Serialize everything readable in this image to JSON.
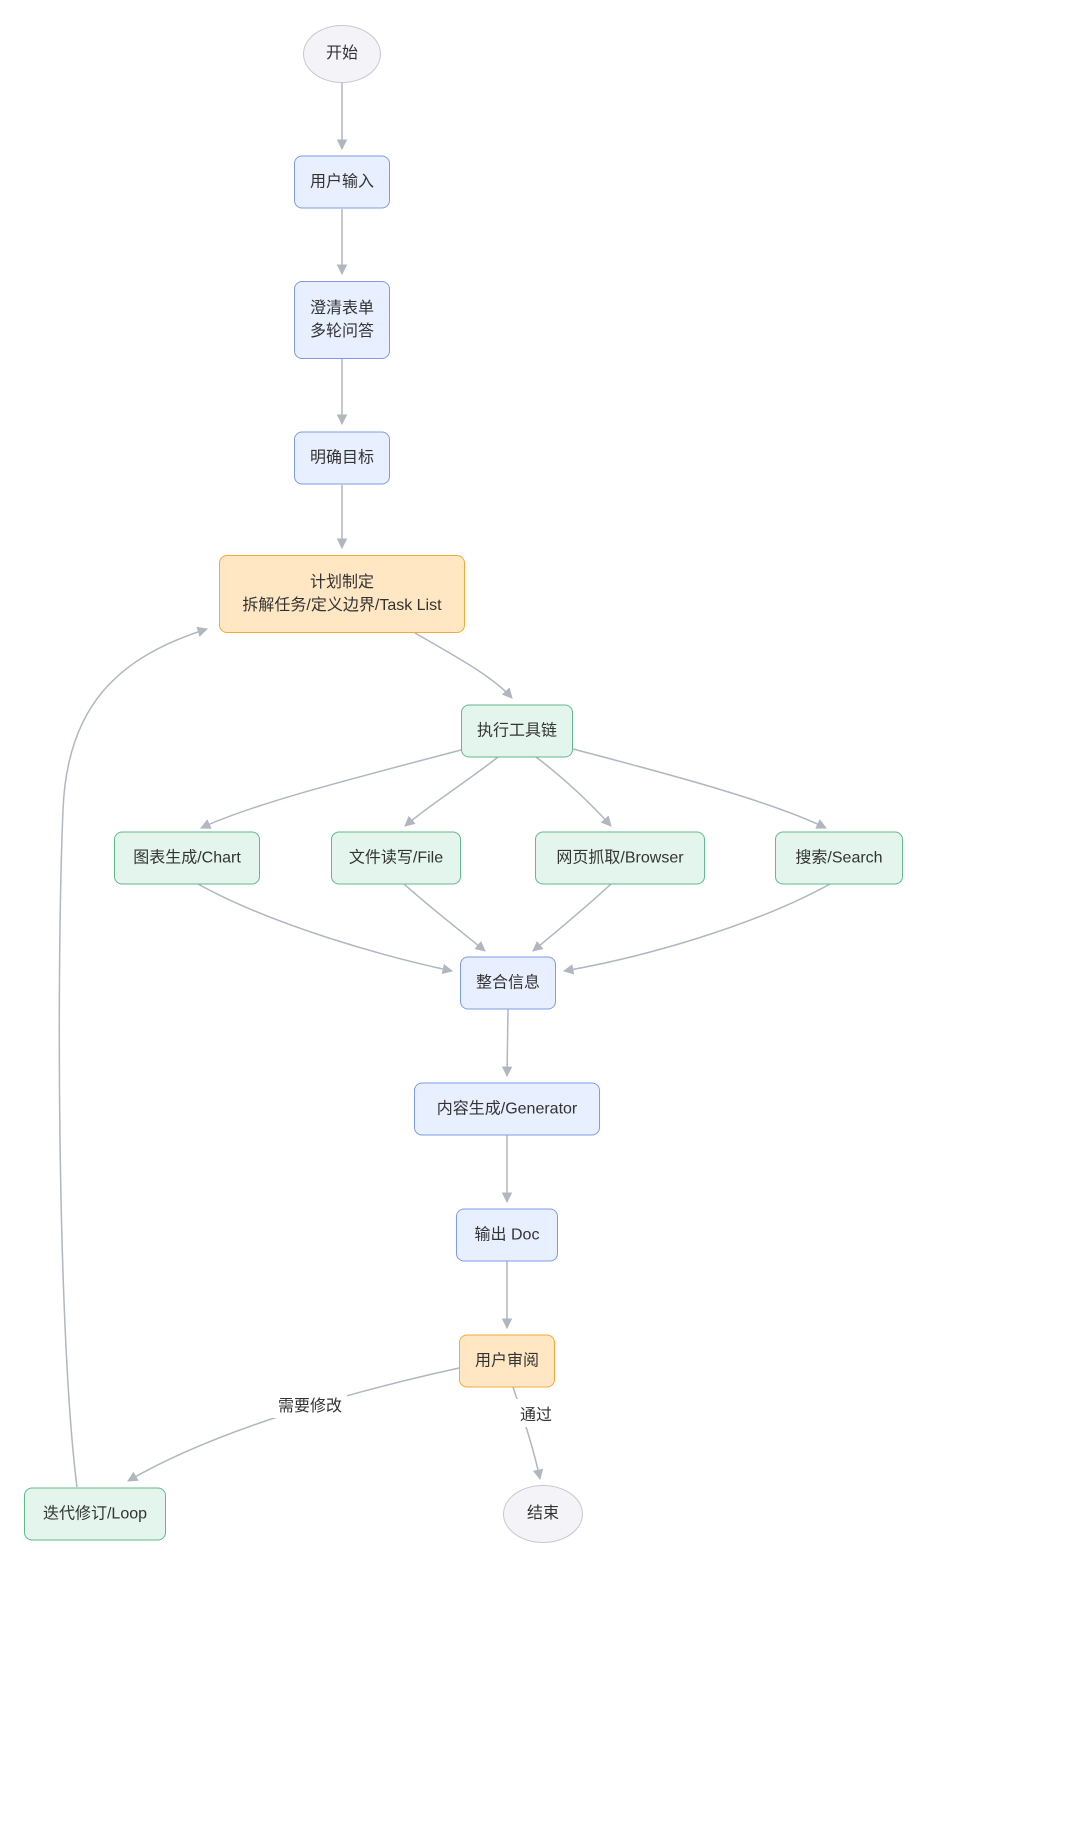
{
  "diagram": {
    "type": "flowchart",
    "nodes": {
      "start": {
        "label": "开始"
      },
      "user_input": {
        "label": "用户输入"
      },
      "clarify": {
        "label": "澄清表单\n多轮问答"
      },
      "goal": {
        "label": "明确目标"
      },
      "plan": {
        "label": "计划制定\n拆解任务/定义边界/Task List"
      },
      "toolchain": {
        "label": "执行工具链"
      },
      "chart": {
        "label": "图表生成/Chart"
      },
      "file": {
        "label": "文件读写/File"
      },
      "browser": {
        "label": "网页抓取/Browser"
      },
      "search": {
        "label": "搜索/Search"
      },
      "integrate": {
        "label": "整合信息"
      },
      "generator": {
        "label": "内容生成/Generator"
      },
      "doc": {
        "label": "输出 Doc"
      },
      "review": {
        "label": "用户审阅"
      },
      "loop": {
        "label": "迭代修订/Loop"
      },
      "end": {
        "label": "结束"
      }
    },
    "edge_labels": {
      "needs_revision": "需要修改",
      "pass": "通过"
    },
    "colors": {
      "blue_fill": "#e8efff",
      "blue_stroke": "#7e9be6",
      "orange_fill": "#ffe7c4",
      "orange_stroke": "#f2a93b",
      "green_fill": "#e3f5ec",
      "green_stroke": "#61b98c",
      "neutral_fill": "#f4f4f8",
      "neutral_stroke": "#c7c7d2",
      "edge_stroke": "#b0b7c1",
      "text": "#333333"
    }
  }
}
